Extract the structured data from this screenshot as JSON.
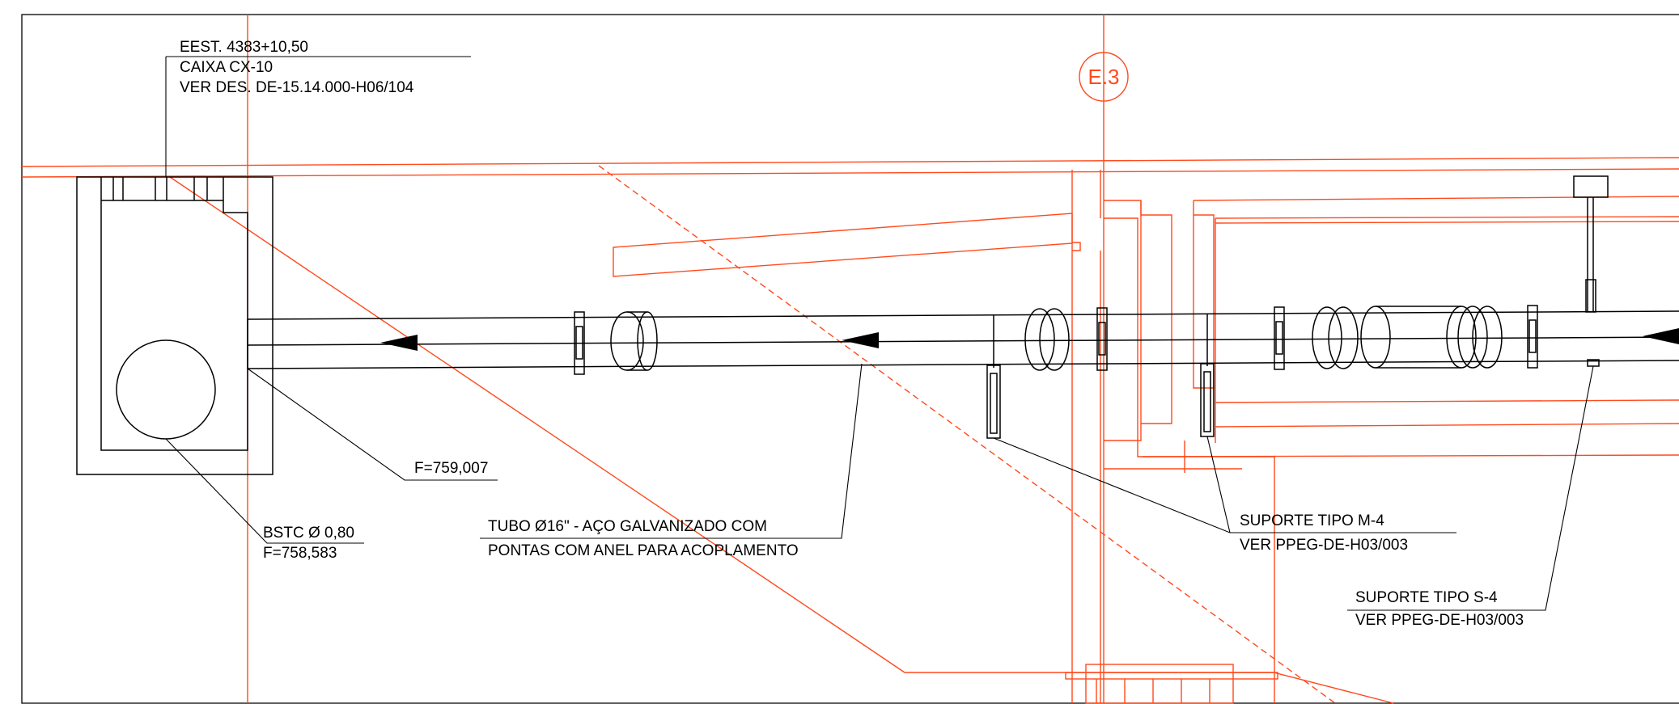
{
  "colors": {
    "linework": "#000000",
    "gridline": "#ff4a1c",
    "background": "#ffffff"
  },
  "axis_bubble": {
    "label": "E.3"
  },
  "labels": {
    "station": [
      "EEST. 4383+10,50",
      "CAIXA CX-10",
      "VER DES. DE-15.14.000-H06/104"
    ],
    "pipe_level": "F=759,007",
    "box_pipe": [
      "BSTC Ø 0,80",
      "F=758,583"
    ],
    "tube": [
      "TUBO Ø16\" - AÇO GALVANIZADO COM",
      "PONTAS COM ANEL PARA ACOPLAMENTO"
    ],
    "support_m4": [
      "SUPORTE TIPO M-4",
      "VER PPEG-DE-H03/003"
    ],
    "support_s4": [
      "SUPORTE TIPO S-4",
      "VER PPEG-DE-H03/003"
    ]
  }
}
